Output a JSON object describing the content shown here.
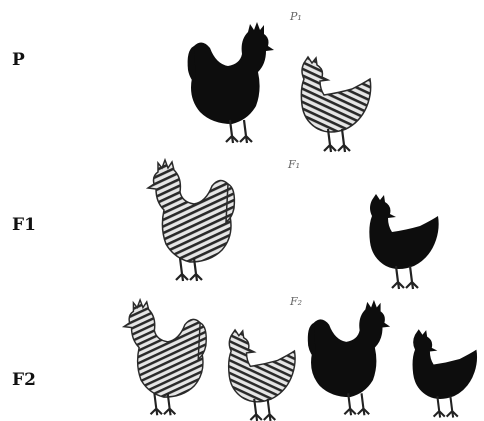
{
  "generation_labels": {
    "p": "P",
    "f1": "F1",
    "f2": "F2"
  },
  "annotation_labels": {
    "p": "P₁",
    "f1": "F₁",
    "f2": "F₂"
  },
  "colors": {
    "black_plumage": "#0d0d0d",
    "barred_light": "#e6e6e6",
    "barred_dark": "#2a2a2a",
    "comb": "#1a1a1a",
    "legs": "#222222"
  },
  "birds": [
    {
      "generation": "P",
      "sex": "rooster",
      "plumage": "black"
    },
    {
      "generation": "P",
      "sex": "hen",
      "plumage": "barred"
    },
    {
      "generation": "F1",
      "sex": "rooster",
      "plumage": "barred"
    },
    {
      "generation": "F1",
      "sex": "hen",
      "plumage": "black"
    },
    {
      "generation": "F2",
      "sex": "rooster",
      "plumage": "barred"
    },
    {
      "generation": "F2",
      "sex": "hen",
      "plumage": "barred"
    },
    {
      "generation": "F2",
      "sex": "rooster",
      "plumage": "black"
    },
    {
      "generation": "F2",
      "sex": "hen",
      "plumage": "black"
    }
  ]
}
